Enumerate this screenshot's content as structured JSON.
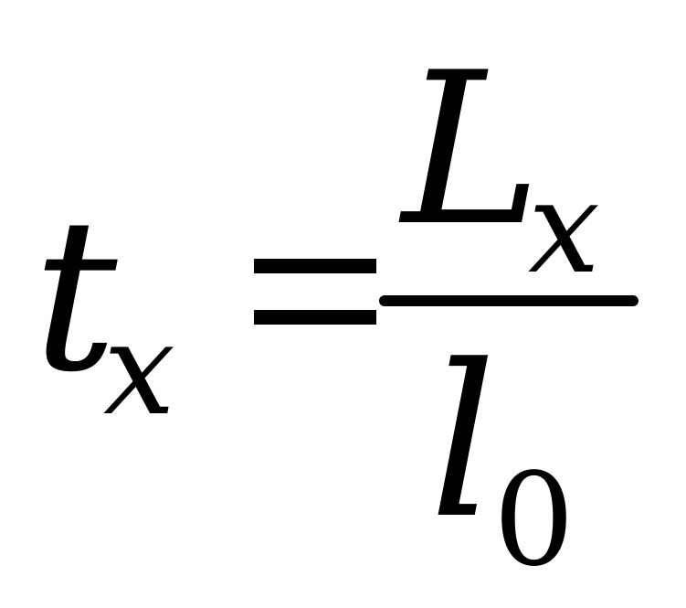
{
  "formula": {
    "lhs": {
      "base": "t",
      "subscript": "x"
    },
    "relation": "=",
    "rhs": {
      "numerator": {
        "base": "L",
        "subscript": "x"
      },
      "denominator": {
        "base": "l",
        "subscript": "0"
      }
    }
  }
}
